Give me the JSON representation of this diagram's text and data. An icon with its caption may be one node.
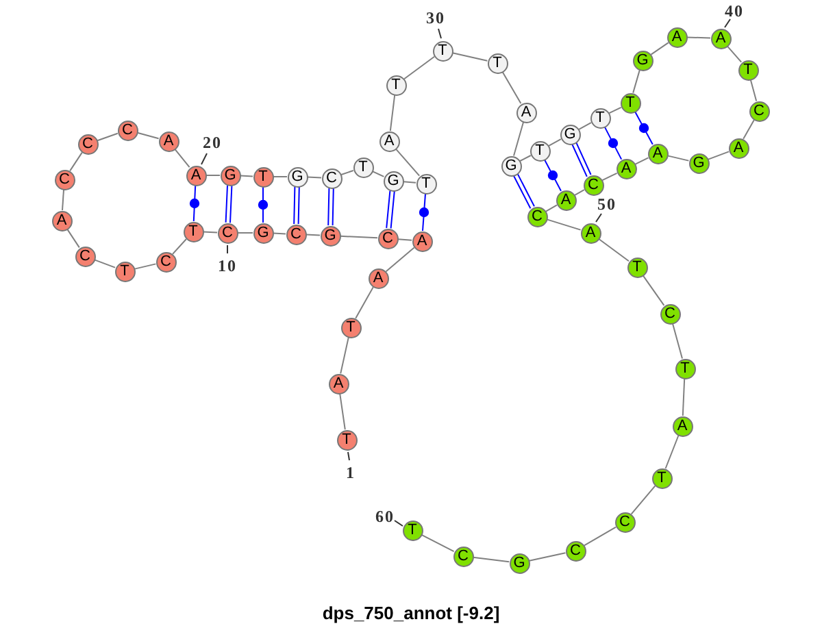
{
  "diagram": {
    "caption": "dps_750_annot [-9.2]",
    "nodes": [
      {
        "text": [
          "T"
        ],
        "beside": [
          "1"
        ]
      },
      {
        "text": [
          "A"
        ]
      },
      {
        "text": [
          "T"
        ]
      },
      {
        "text": [
          "A"
        ]
      },
      {
        "text": [
          "A"
        ]
      },
      {
        "text": [
          "C"
        ]
      },
      {
        "text": [
          "G"
        ]
      },
      {
        "text": [
          "C"
        ]
      },
      {
        "text": [
          "G"
        ]
      },
      {
        "text": [
          "C"
        ],
        "beside": [
          "10"
        ]
      },
      {
        "text": [
          "T"
        ]
      },
      {
        "text": [
          "C"
        ]
      },
      {
        "text": [
          "T"
        ]
      },
      {
        "text": [
          "C"
        ]
      },
      {
        "text": [
          "A"
        ]
      },
      {
        "text": [
          "C"
        ]
      },
      {
        "text": [
          "C"
        ]
      },
      {
        "text": [
          "C"
        ]
      },
      {
        "text": [
          "A"
        ]
      },
      {
        "text": [
          "A"
        ],
        "beside": [
          "20"
        ]
      },
      {
        "text": [
          "G"
        ]
      },
      {
        "text": [
          "T"
        ]
      },
      {
        "text": [
          "G"
        ]
      },
      {
        "text": [
          "C"
        ]
      },
      {
        "text": [
          "T"
        ]
      },
      {
        "text": [
          "G"
        ]
      },
      {
        "text": [
          "T"
        ]
      },
      {
        "text": [
          "A"
        ]
      },
      {
        "text": [
          "T"
        ]
      },
      {
        "text": [
          "T"
        ],
        "beside": [
          "30"
        ]
      },
      {
        "text": [
          "T"
        ]
      },
      {
        "text": [
          "A"
        ]
      },
      {
        "text": [
          "G"
        ]
      },
      {
        "text": [
          "T"
        ]
      },
      {
        "text": [
          "G"
        ]
      },
      {
        "text": [
          "T"
        ]
      },
      {
        "text": [
          "T"
        ]
      },
      {
        "text": [
          "G"
        ]
      },
      {
        "text": [
          "A"
        ]
      },
      {
        "text": [
          "A"
        ],
        "beside": [
          "40"
        ]
      },
      {
        "text": [
          "T"
        ]
      },
      {
        "text": [
          "C"
        ]
      },
      {
        "text": [
          "A"
        ]
      },
      {
        "text": [
          "G"
        ]
      },
      {
        "text": [
          "A"
        ]
      },
      {
        "text": [
          "A"
        ]
      },
      {
        "text": [
          "C"
        ]
      },
      {
        "text": [
          "A"
        ]
      },
      {
        "text": [
          "C"
        ]
      },
      {
        "text": [
          "A"
        ],
        "beside": [
          "50"
        ]
      },
      {
        "text": [
          "T"
        ]
      },
      {
        "text": [
          "C"
        ]
      },
      {
        "text": [
          "T"
        ]
      },
      {
        "text": [
          "A"
        ]
      },
      {
        "text": [
          "T"
        ]
      },
      {
        "text": [
          "C"
        ]
      },
      {
        "text": [
          "C"
        ]
      },
      {
        "text": [
          "G"
        ]
      },
      {
        "text": [
          "C"
        ]
      },
      {
        "text": [
          "T"
        ],
        "beside": [
          "60"
        ]
      }
    ],
    "edges": [
      {
        "from": 0,
        "to": 1,
        "arrow": "none"
      },
      {
        "from": 1,
        "to": 2,
        "arrow": "none"
      },
      {
        "from": 2,
        "to": 3,
        "arrow": "none"
      },
      {
        "from": 3,
        "to": 4,
        "arrow": "none"
      },
      {
        "from": 4,
        "to": 5,
        "arrow": "none"
      },
      {
        "from": 5,
        "to": 6,
        "arrow": "none"
      },
      {
        "from": 6,
        "to": 7,
        "arrow": "none"
      },
      {
        "from": 7,
        "to": 8,
        "arrow": "none"
      },
      {
        "from": 8,
        "to": 9,
        "arrow": "none"
      },
      {
        "from": 9,
        "to": 10,
        "arrow": "none"
      },
      {
        "from": 10,
        "to": 11,
        "arrow": "none"
      },
      {
        "from": 11,
        "to": 12,
        "arrow": "none"
      },
      {
        "from": 12,
        "to": 13,
        "arrow": "none"
      },
      {
        "from": 13,
        "to": 14,
        "arrow": "none"
      },
      {
        "from": 14,
        "to": 15,
        "arrow": "none"
      },
      {
        "from": 15,
        "to": 16,
        "arrow": "none"
      },
      {
        "from": 16,
        "to": 17,
        "arrow": "none"
      },
      {
        "from": 17,
        "to": 18,
        "arrow": "none"
      },
      {
        "from": 18,
        "to": 19,
        "arrow": "none"
      },
      {
        "from": 19,
        "to": 20,
        "arrow": "none"
      },
      {
        "from": 20,
        "to": 21,
        "arrow": "none"
      },
      {
        "from": 21,
        "to": 22,
        "arrow": "none"
      },
      {
        "from": 22,
        "to": 23,
        "arrow": "none"
      },
      {
        "from": 23,
        "to": 24,
        "arrow": "none"
      },
      {
        "from": 24,
        "to": 25,
        "arrow": "none"
      },
      {
        "from": 25,
        "to": 26,
        "arrow": "none"
      },
      {
        "from": 26,
        "to": 27,
        "arrow": "none"
      },
      {
        "from": 27,
        "to": 28,
        "arrow": "none"
      },
      {
        "from": 28,
        "to": 29,
        "arrow": "none"
      },
      {
        "from": 29,
        "to": 30,
        "arrow": "none"
      },
      {
        "from": 30,
        "to": 31,
        "arrow": "none"
      },
      {
        "from": 31,
        "to": 32,
        "arrow": "none"
      },
      {
        "from": 32,
        "to": 33,
        "arrow": "none"
      },
      {
        "from": 33,
        "to": 34,
        "arrow": "none"
      },
      {
        "from": 34,
        "to": 35,
        "arrow": "none"
      },
      {
        "from": 35,
        "to": 36,
        "arrow": "none"
      },
      {
        "from": 36,
        "to": 37,
        "arrow": "none"
      },
      {
        "from": 37,
        "to": 38,
        "arrow": "none"
      },
      {
        "from": 38,
        "to": 39,
        "arrow": "none"
      },
      {
        "from": 39,
        "to": 40,
        "arrow": "none"
      },
      {
        "from": 40,
        "to": 41,
        "arrow": "none"
      },
      {
        "from": 41,
        "to": 42,
        "arrow": "none"
      },
      {
        "from": 42,
        "to": 43,
        "arrow": "none"
      },
      {
        "from": 43,
        "to": 44,
        "arrow": "none"
      },
      {
        "from": 44,
        "to": 45,
        "arrow": "none"
      },
      {
        "from": 45,
        "to": 46,
        "arrow": "none"
      },
      {
        "from": 46,
        "to": 47,
        "arrow": "none"
      },
      {
        "from": 47,
        "to": 48,
        "arrow": "none"
      },
      {
        "from": 48,
        "to": 49,
        "arrow": "none"
      },
      {
        "from": 49,
        "to": 50,
        "arrow": "none"
      },
      {
        "from": 50,
        "to": 51,
        "arrow": "none"
      },
      {
        "from": 51,
        "to": 52,
        "arrow": "none"
      },
      {
        "from": 52,
        "to": 53,
        "arrow": "none"
      },
      {
        "from": 53,
        "to": 54,
        "arrow": "none"
      },
      {
        "from": 54,
        "to": 55,
        "arrow": "none"
      },
      {
        "from": 55,
        "to": 56,
        "arrow": "none"
      },
      {
        "from": 56,
        "to": 57,
        "arrow": "none"
      },
      {
        "from": 57,
        "to": 58,
        "arrow": "none"
      },
      {
        "from": 58,
        "to": 59,
        "arrow": "none"
      },
      {
        "from": 19,
        "to": 10,
        "arrow": "none",
        "color": "#0000ff"
      },
      {
        "from": 20,
        "to": 9,
        "arrow": "none",
        "color": "#0000ff"
      },
      {
        "from": 21,
        "to": 8,
        "arrow": "none",
        "color": "#0000ff"
      },
      {
        "from": 22,
        "to": 7,
        "arrow": "none",
        "color": "#0000ff"
      },
      {
        "from": 23,
        "to": 6,
        "arrow": "none",
        "color": "#0000ff"
      },
      {
        "from": 25,
        "to": 5,
        "arrow": "none",
        "color": "#0000ff"
      },
      {
        "from": 26,
        "to": 4,
        "arrow": "none",
        "color": "#0000ff"
      },
      {
        "from": 32,
        "to": 48,
        "arrow": "none",
        "color": "#0000ff"
      },
      {
        "from": 33,
        "to": 47,
        "arrow": "none",
        "color": "#0000ff"
      },
      {
        "from": 34,
        "to": 46,
        "arrow": "none",
        "color": "#0000ff"
      },
      {
        "from": 35,
        "to": 45,
        "arrow": "none",
        "color": "#0000ff"
      },
      {
        "from": 36,
        "to": 44,
        "arrow": "none",
        "color": "#0000ff"
      }
    ]
  }
}
